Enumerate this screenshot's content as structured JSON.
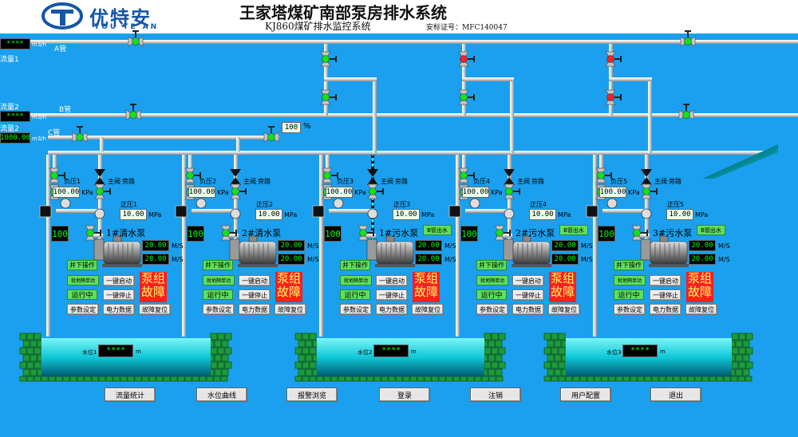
{
  "header": {
    "logo_text": "优特安",
    "logo_en": "YOU TE AN",
    "title": "王家塔煤矿南部泵房排水系统",
    "subtitle": "KJ860煤矿排水监控系统",
    "cert": "安标证号：MFC140047"
  },
  "pipes": {
    "a_label": "A管",
    "b_label": "B管",
    "c_label": "C管",
    "flow1_label": "流量1",
    "flow2_label": "流量2",
    "flow2b_label": "流量2",
    "flow1_value": "****",
    "flow2_value": "****",
    "flow2b_value": "1000.00",
    "flow_unit": "m3/h",
    "c_valve_value": "100",
    "c_valve_unit": "%"
  },
  "pumps": [
    {
      "name": "1#清水泵",
      "neg_label": "负压1",
      "neg_value": "100.00",
      "neg_unit": "KPa",
      "pos_label": "正压1",
      "pos_value": "10.00",
      "pos_unit": "MPa",
      "main_valve": "主阀",
      "bypass": "旁路",
      "left_value": "100",
      "speed1": "20.00",
      "speed2": "20.00",
      "speed_unit": "M/S",
      "outlet": ""
    },
    {
      "name": "2#清水泵",
      "neg_label": "负压2",
      "neg_value": "100.00",
      "neg_unit": "KPa",
      "pos_label": "正压2",
      "pos_value": "10.00",
      "pos_unit": "MPa",
      "main_valve": "主阀",
      "bypass": "旁路",
      "left_value": "100",
      "speed1": "20.00",
      "speed2": "20.00",
      "speed_unit": "M/S",
      "outlet": ""
    },
    {
      "name": "1#污水泵",
      "neg_label": "负压3",
      "neg_value": "100.00",
      "neg_unit": "KPa",
      "pos_label": "正压3",
      "pos_value": "10.00",
      "pos_unit": "MPa",
      "main_valve": "主阀",
      "bypass": "旁路",
      "left_value": "100",
      "speed1": "20.00",
      "speed2": "20.00",
      "speed_unit": "M/S",
      "outlet": "B管出水"
    },
    {
      "name": "2#污水泵",
      "neg_label": "负压4",
      "neg_value": "100.00",
      "neg_unit": "KPa",
      "pos_label": "正压4",
      "pos_value": "10.00",
      "pos_unit": "MPa",
      "main_valve": "主阀",
      "bypass": "旁路",
      "left_value": "100",
      "speed1": "20.00",
      "speed2": "20.00",
      "speed_unit": "M/S",
      "outlet": "B管出水"
    },
    {
      "name": "3#污水泵",
      "neg_label": "负压5",
      "neg_value": "100.00",
      "neg_unit": "KPa",
      "pos_label": "正压5",
      "pos_value": "10.00",
      "pos_unit": "MPa",
      "main_valve": "主阀",
      "bypass": "旁路",
      "left_value": "100",
      "speed1": "20.00",
      "speed2": "20.00",
      "speed_unit": "M/S",
      "outlet": "B管出水"
    }
  ],
  "controls": {
    "mode": "井下操作",
    "semi": "就地隔单动",
    "status": "运行中",
    "start": "一键启动",
    "stop": "一键停止",
    "params": "参数设定",
    "power": "电力数据",
    "reset": "故障复位",
    "fault": "泵组故障"
  },
  "tanks": [
    {
      "label": "水位1",
      "value": "****",
      "unit": "m"
    },
    {
      "label": "水位2",
      "value": "****",
      "unit": "m"
    },
    {
      "label": "水位3",
      "value": "****",
      "unit": "m"
    }
  ],
  "bottom": [
    "流量统计",
    "水位曲线",
    "报警浏览",
    "登录",
    "注销",
    "用户配置",
    "退出"
  ]
}
